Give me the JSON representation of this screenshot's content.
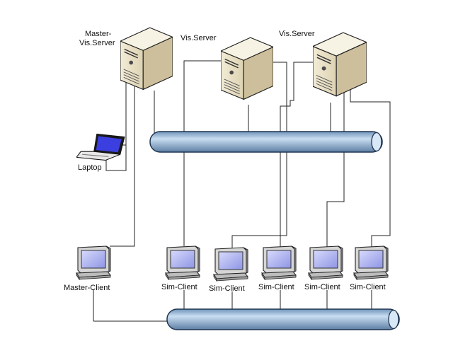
{
  "labels": {
    "master_server": [
      "Master-",
      "Vis.Server"
    ],
    "vis_server_1": "Vis.Server",
    "vis_server_2": "Vis.Server",
    "laptop": "Laptop",
    "master_client": "Master-Client",
    "sim_client_1": "Sim-Client",
    "sim_client_2": "Sim-Client",
    "sim_client_3": "Sim-Client",
    "sim_client_4": "Sim-Client",
    "sim_client_5": "Sim-Client"
  },
  "colors": {
    "bus_fill": "#a8c8e8",
    "bus_stroke": "#1f3550",
    "server_body": "#ece4cc",
    "server_top": "#f6f1df",
    "server_side": "#c9bc98",
    "monitor_screen": "#b9bdf0",
    "monitor_body": "#d9d9d9",
    "cable": "#222222"
  },
  "icons": {
    "server": "server-tower-icon",
    "laptop": "laptop-icon",
    "monitor": "desktop-monitor-icon"
  }
}
